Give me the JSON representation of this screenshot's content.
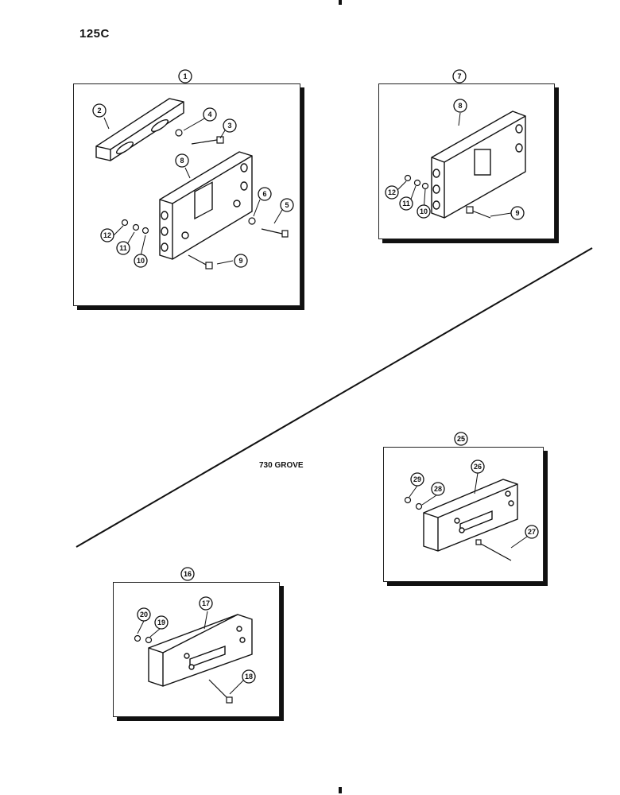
{
  "header": {
    "page_number": "125C"
  },
  "separator_label": "730 GROVE",
  "callouts": {
    "set1": "1",
    "bar": "2",
    "bolt_a": "3",
    "washer_a": "4",
    "bolt_b": "5",
    "washer_b": "6",
    "set2": "7",
    "weight_a": "8",
    "weight_b": "8",
    "bolt_c": "9",
    "bolt_d": "9",
    "washer_c": "10",
    "washer_d": "10",
    "washer_e": "11",
    "washer_f": "11",
    "nut_a": "12",
    "nut_b": "12",
    "set3": "16",
    "weight_c": "17",
    "bolt_e": "18",
    "washer_g": "19",
    "nut_c": "20",
    "set4": "25",
    "weight_d": "26",
    "bolt_f": "27",
    "washer_h": "28",
    "nut_d": "29"
  }
}
